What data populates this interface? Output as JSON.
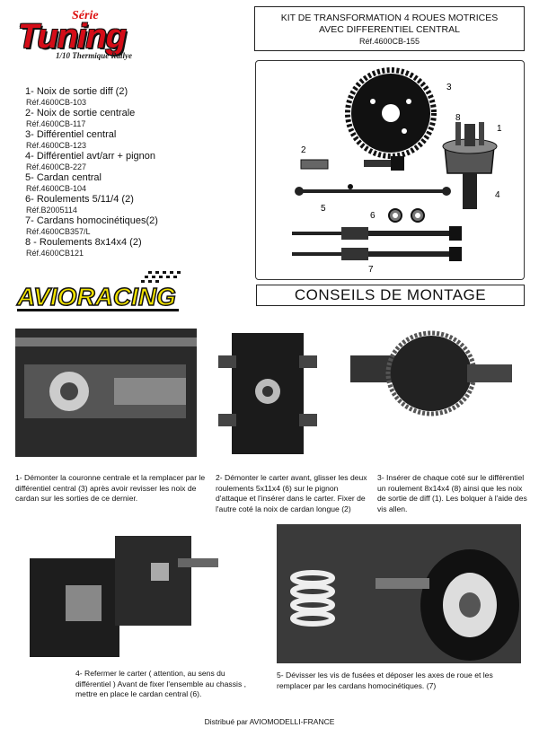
{
  "logo": {
    "serie": "Série",
    "tuning": "Tuning",
    "subtitle": "1/10 Thermique Rallye"
  },
  "header": {
    "line1": "KIT DE TRANSFORMATION 4 ROUES MOTRICES",
    "line2": "AVEC DIFFERENTIEL CENTRAL",
    "ref": "Réf.4600CB-155"
  },
  "parts": [
    {
      "label": "1- Noix de sortie diff  (2)",
      "ref": "Réf.4600CB-103"
    },
    {
      "label": "2- Noix de sortie centrale",
      "ref": "Réf.4600CB-117"
    },
    {
      "label": "3- Différentiel central",
      "ref": "Réf.4600CB-123"
    },
    {
      "label": "4- Différentiel avt/arr + pignon",
      "ref": "Réf.4600CB-227"
    },
    {
      "label": "5- Cardan central",
      "ref": "Réf.4600CB-104"
    },
    {
      "label": "6- Roulements 5/11/4 (2)",
      "ref": "Réf.B2005114"
    },
    {
      "label": "7- Cardans homocinétiques(2)",
      "ref": "Réf.4600CB357/L"
    },
    {
      "label": "8 - Roulements 8x14x4 (2)",
      "ref": "Réf.4600CB121"
    }
  ],
  "diagram": {
    "numbers": [
      "3",
      "8",
      "1",
      "2",
      "4",
      "5",
      "6",
      "7"
    ]
  },
  "avio": {
    "text": "AVIORACING"
  },
  "conseils": {
    "title": "CONSEILS DE MONTAGE"
  },
  "steps": [
    {
      "text": "1- Démonter la couronne centrale et la remplacer par le différentiel central (3) après avoir revisser les noix de cardan sur les sorties de ce dernier."
    },
    {
      "text": "2- Démonter le carter avant, glisser les deux roulements 5x11x4 (6) sur le pignon d'attaque et l'insérer dans le carter. Fixer de l'autre coté la noix de cardan longue (2)"
    },
    {
      "text": "3- Insérer de chaque coté sur le différentiel un roulement 8x14x4 (8) ainsi que les noix de sortie de diff (1). Les bolquer à l'aide des vis allen."
    },
    {
      "text": "4- Refermer le carter ( attention, au sens du différentiel ) Avant de fixer l'ensemble au chassis , mettre en place le cardan central (6)."
    },
    {
      "text": "5- Dévisser les vis de fusées  et déposer les axes de roue et les remplacer par les cardans homocinétiques. (7)"
    }
  ],
  "footer": {
    "text": "Distribué par AVIOMODELLI-FRANCE"
  }
}
